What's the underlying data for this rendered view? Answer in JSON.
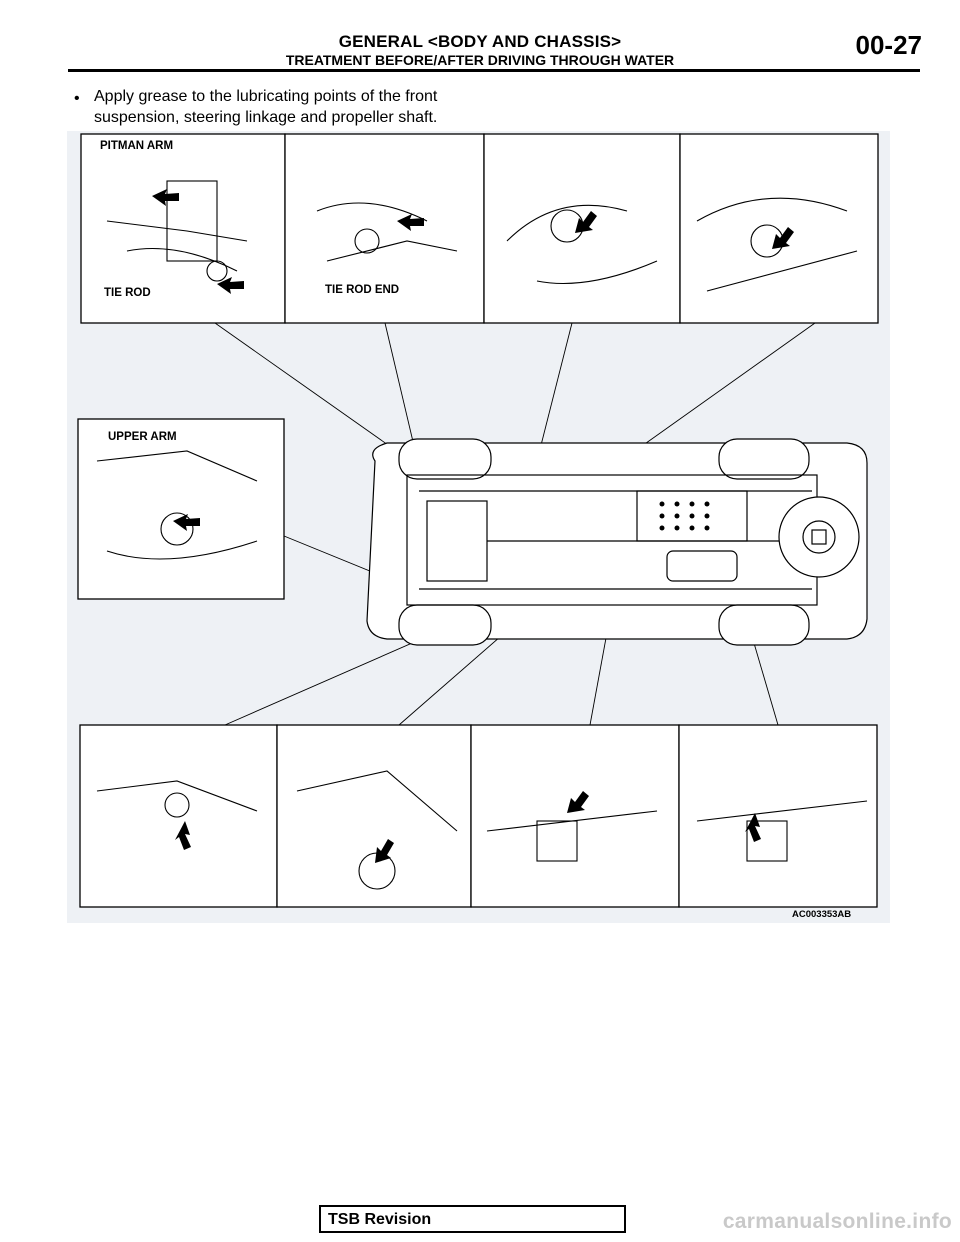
{
  "header": {
    "title": "GENERAL <BODY AND CHASSIS>",
    "subtitle": "TREATMENT BEFORE/AFTER DRIVING THROUGH WATER",
    "page_number": "00-27"
  },
  "bullet": {
    "symbol": "•",
    "text": "Apply grease to the lubricating points of the front suspension, steering linkage and propeller shaft."
  },
  "figure": {
    "labels": {
      "pitman_arm": "PITMAN ARM",
      "tie_rod": "TIE ROD",
      "tie_rod_end": "TIE ROD END",
      "upper_arm": "UPPER ARM"
    },
    "figure_id": "AC003353AB"
  },
  "footer": {
    "revision_label": "TSB Revision"
  },
  "watermark": "carmanualsonline.info"
}
